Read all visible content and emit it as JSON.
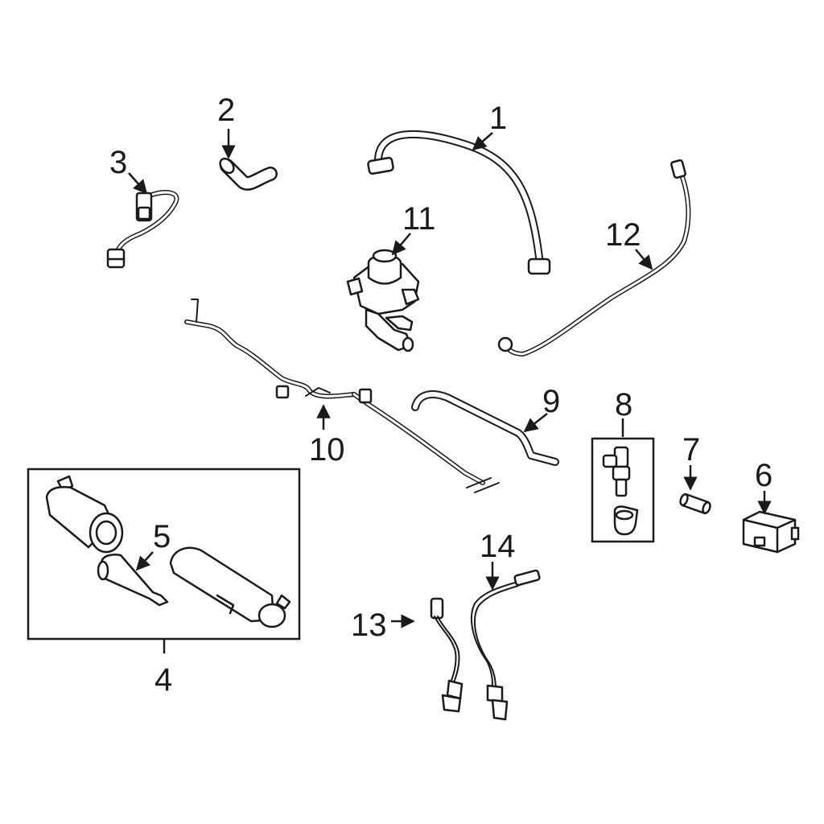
{
  "callouts": {
    "c1": "1",
    "c2": "2",
    "c3": "3",
    "c4": "4",
    "c5": "5",
    "c6": "6",
    "c7": "7",
    "c8": "8",
    "c9": "9",
    "c10": "10",
    "c11": "11",
    "c12": "12",
    "c13": "13",
    "c14": "14"
  },
  "colors": {
    "ink": "#1a1a1a",
    "background": "#ffffff"
  }
}
